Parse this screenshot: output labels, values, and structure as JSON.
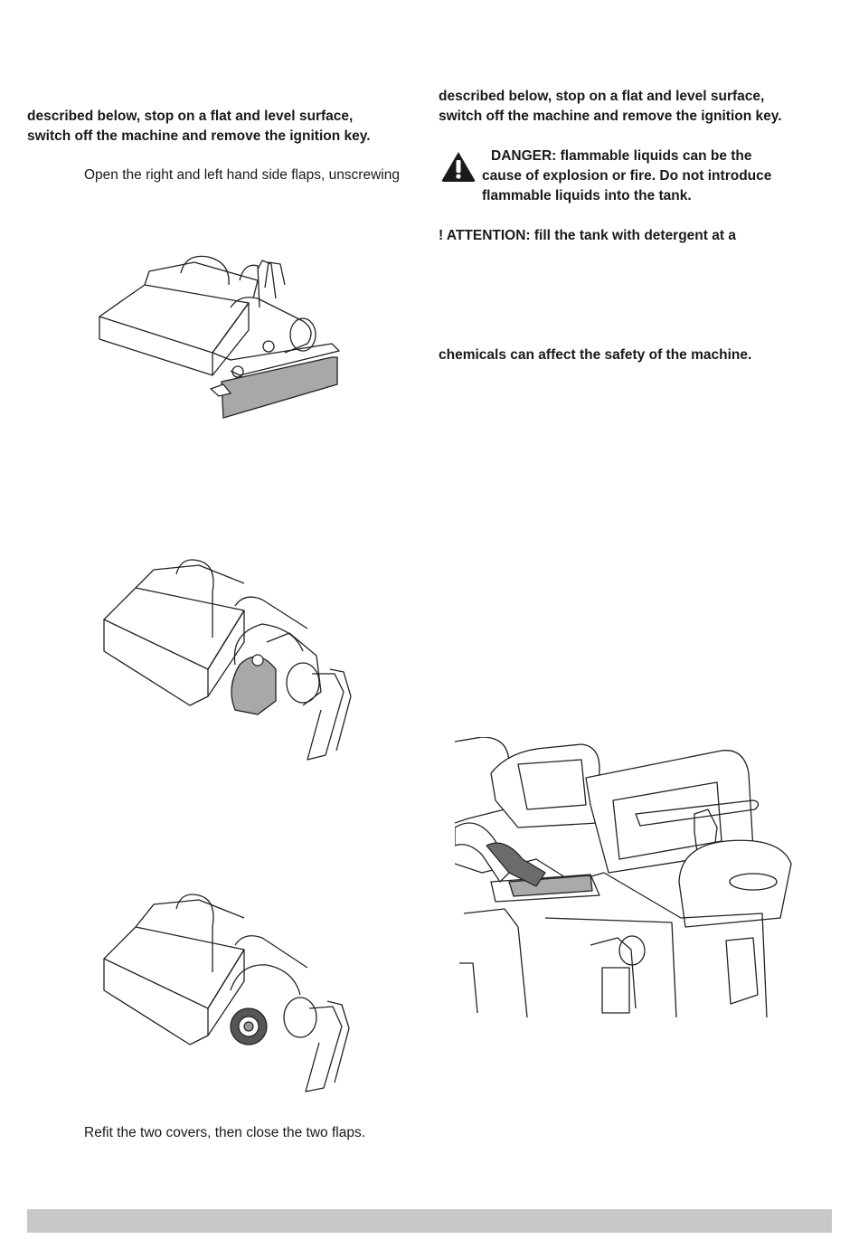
{
  "left_column": {
    "warning_line1": "described below, stop on a flat and level surface,",
    "warning_line2": "switch off the machine and remove the ignition key.",
    "step_open_flaps": "Open the right and left hand side flaps, unscrewing",
    "step_refit": "Refit the two covers, then close the two flaps."
  },
  "right_column": {
    "warning_line1": "described below, stop on a flat and level surface,",
    "warning_line2": "switch off the machine and remove the ignition key.",
    "danger_line1": "DANGER: flammable liquids can be the",
    "danger_line2": "cause of explosion or fire. Do not introduce",
    "danger_line3": "flammable liquids into the tank.",
    "attention_line": "! ATTENTION: fill the tank with detergent at a",
    "chemicals_line": "chemicals can affect the safety of the machine."
  },
  "icons": {
    "danger": "warning-triangle-icon"
  }
}
